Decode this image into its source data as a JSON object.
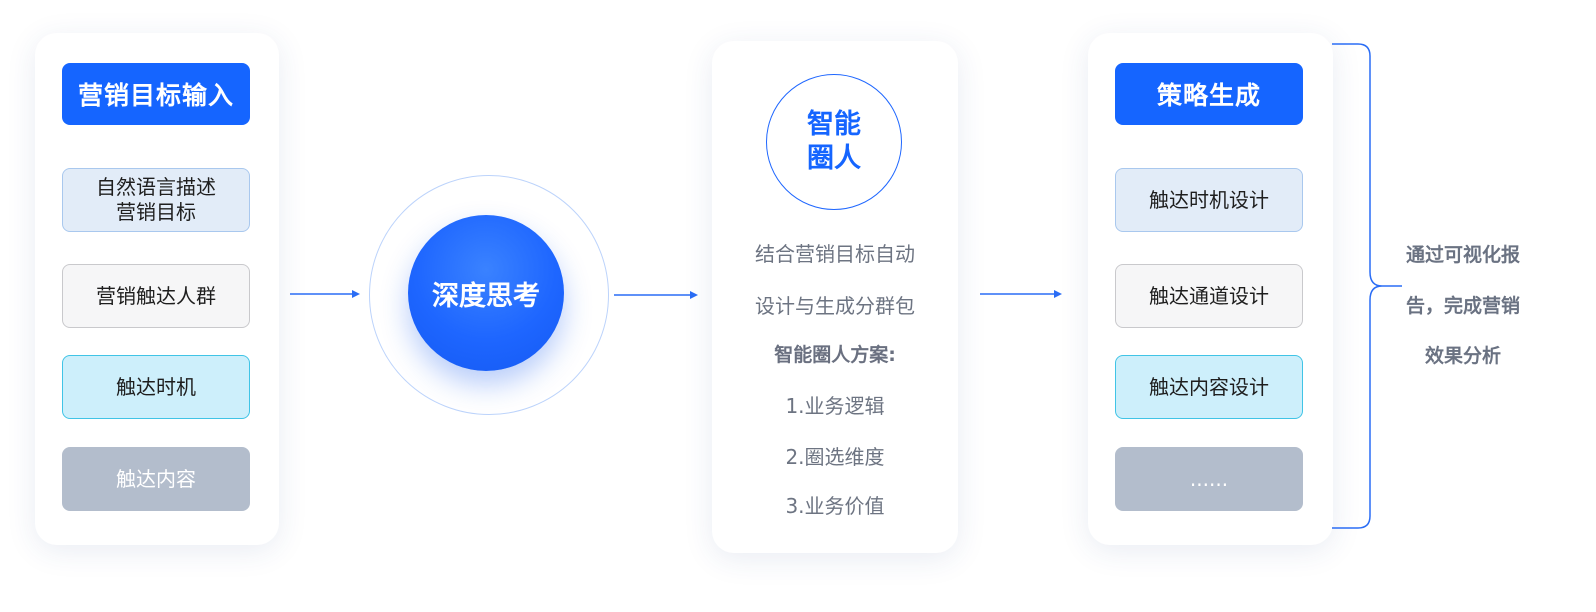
{
  "input_panel": {
    "header": "营销目标输入",
    "items": [
      {
        "line1": "自然语言描述",
        "line2": "营销目标"
      },
      {
        "label": "营销触达人群"
      },
      {
        "label": "触达时机"
      },
      {
        "label": "触达内容"
      }
    ]
  },
  "thinking": {
    "label": "深度思考"
  },
  "smart_panel": {
    "circle_line1": "智能",
    "circle_line2": "圈人",
    "desc_line1": "结合营销目标自动",
    "desc_line2": "设计与生成分群包",
    "plan_title": "智能圈人方案:",
    "plan_items": [
      "1.业务逻辑",
      "2.圈选维度",
      "3.业务价值"
    ]
  },
  "strategy_panel": {
    "header": "策略生成",
    "items": [
      "触达时机设计",
      "触达通道设计",
      "触达内容设计",
      "......"
    ]
  },
  "summary": {
    "line1": "通过可视化报",
    "line2": "告，完成营销",
    "line3": "效果分析"
  },
  "colors": {
    "accent": "#1565ff",
    "item_blue": "#e2ecf8",
    "item_gray": "#f6f6f7",
    "item_cyan": "#cdeffb",
    "item_slate": "#b3bdcc",
    "arrow": "#2a6df5"
  }
}
